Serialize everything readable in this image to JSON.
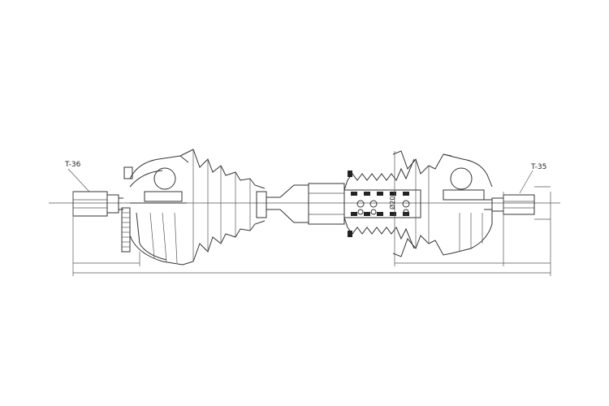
{
  "labels": {
    "left_spline": "T-36",
    "right_spline": "T-35",
    "shaft_diameter": "Ø20"
  },
  "colors": {
    "line": "#333333",
    "background": "#ffffff"
  }
}
